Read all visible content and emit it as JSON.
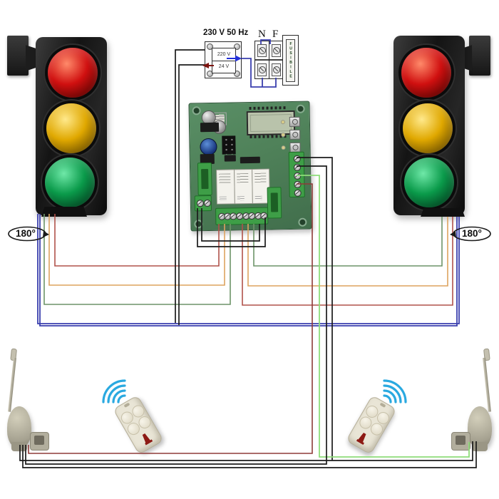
{
  "power": {
    "supply_label": "230 V 50 Hz",
    "transformer_primary": "220 V",
    "transformer_secondary": "24 V",
    "terminal_n": "N",
    "terminal_f": "F",
    "fuse_label": "FUSIBILE"
  },
  "traffic_light_left": {
    "rotation_label": "180°"
  },
  "traffic_light_right": {
    "rotation_label": "180°"
  },
  "colors": {
    "wire-black": "#1b1b1b",
    "wire-red": "#b0524a",
    "wire-dark-red": "#8e3b38",
    "wire-orange": "#dda35f",
    "wire-green": "#6d9468",
    "wire-green-light": "#8fdc7a",
    "wire-blue": "#3a3fae",
    "wifi-blue": "#2aa9e0",
    "pcb-green": "#4f8159",
    "terminal-green": "#3e9e47",
    "lens-red": "#d01010",
    "lens-yellow": "#e0a800",
    "lens-green": "#0a9a4a",
    "remote-body": "#e9e5d6",
    "antenna-grey": "#b7b3a2",
    "arrow-blue": "#2430d8",
    "arrow-red": "#7c1410",
    "logo-red": "#8d1a14"
  }
}
